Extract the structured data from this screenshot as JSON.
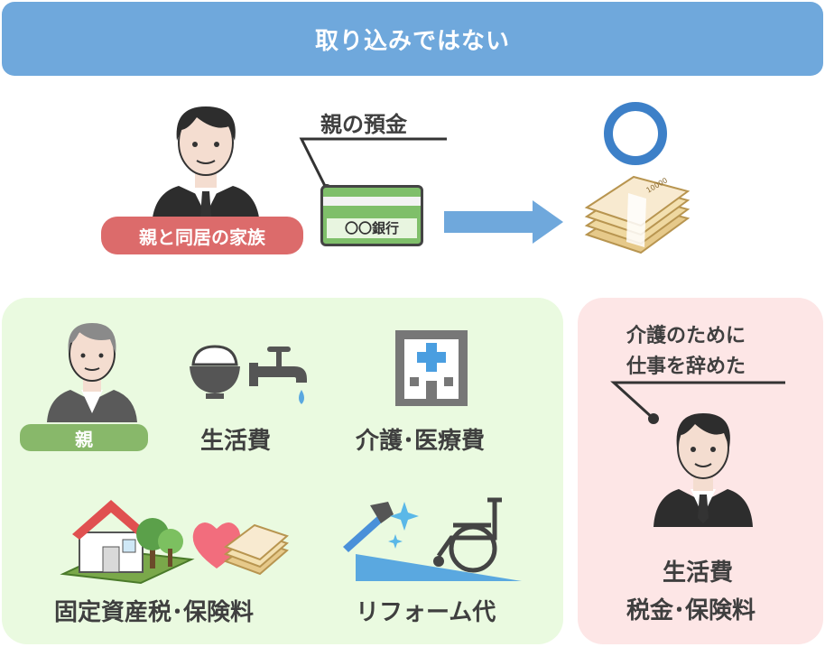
{
  "header": {
    "title": "取り込みではない"
  },
  "top": {
    "family_label": "親と同居の家族",
    "deposit_label": "親の預金",
    "bank_card_text": "〇〇銀行",
    "ok_mark": "〇",
    "money_band_text": "10000"
  },
  "allowed": {
    "parent_label": "親",
    "living_cost": "生活費",
    "care_medical": "介護･医療費",
    "property_tax": "固定資産税･保険料",
    "reform": "リフォーム代"
  },
  "caregiver": {
    "speech_line1": "介護のために",
    "speech_line2": "仕事を辞めた",
    "cost_line1": "生活費",
    "cost_line2": "税金･保険料"
  },
  "colors": {
    "header_bg": "#6fa8dc",
    "family_pill": "#dc6b6b",
    "parent_pill": "#88b86a",
    "arrow": "#6fa8dc",
    "ok_ring": "#3d80c8",
    "green_panel": "#eafae0",
    "pink_panel": "#fde6e6"
  },
  "icons": [
    "man-icon",
    "bank-card-icon",
    "arrow-icon",
    "money-stack-icon",
    "rice-bowl-icon",
    "faucet-icon",
    "hospital-icon",
    "house-icon",
    "heart-money-icon",
    "tools-icon",
    "wheelchair-icon"
  ]
}
